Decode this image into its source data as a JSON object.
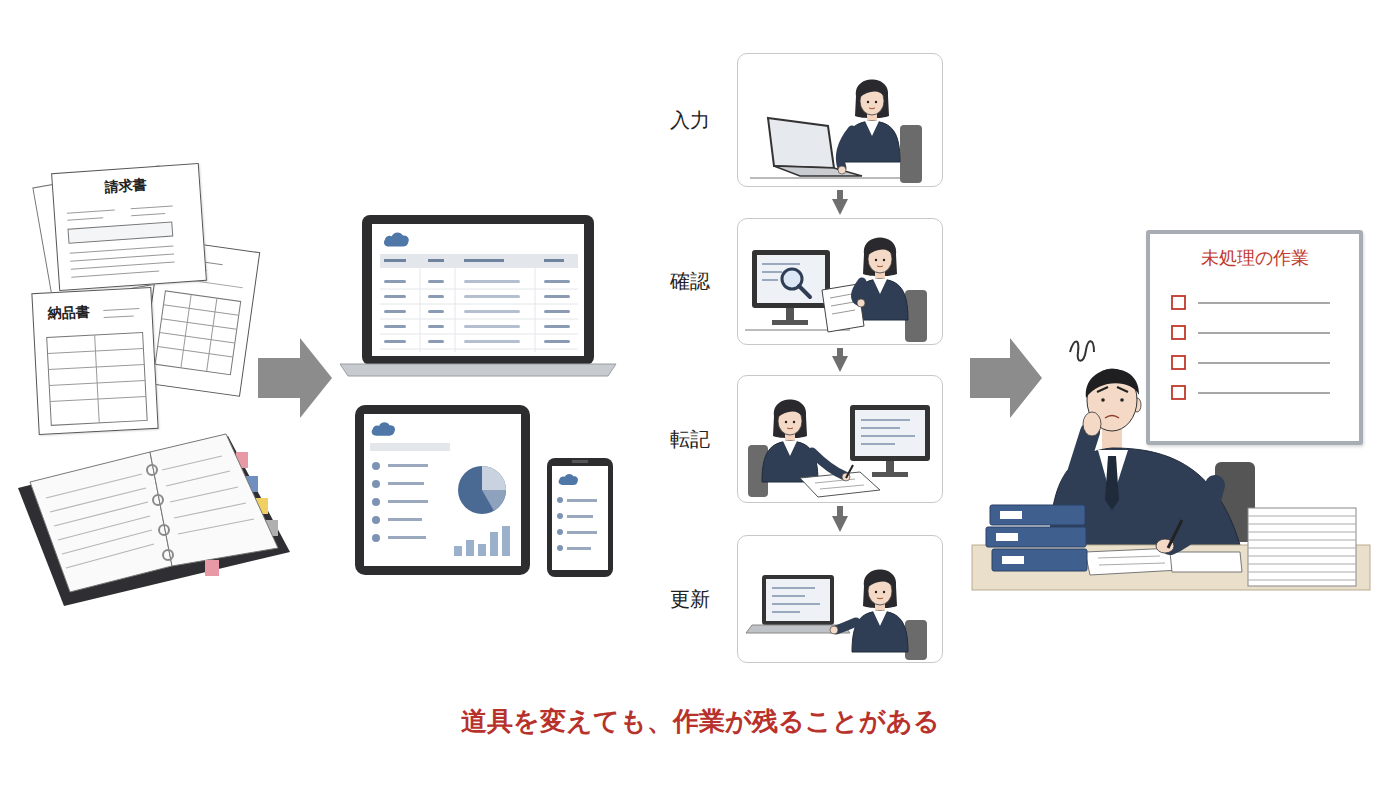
{
  "diagram": {
    "caption": "道具を変えても、作業が残ることがある",
    "nodes": [
      {
        "text": [
          "請求書"
        ]
      },
      {
        "text": [
          "納品書"
        ]
      },
      {
        "text": [
          "入力"
        ]
      },
      {
        "text": [
          "確認"
        ]
      },
      {
        "text": [
          "転記"
        ]
      },
      {
        "text": [
          "更新"
        ]
      },
      {
        "text": [
          "未処理の作業"
        ]
      }
    ],
    "edges": [
      {
        "from": 2,
        "to": 3,
        "arrow": "to"
      },
      {
        "from": 3,
        "to": 4,
        "arrow": "to"
      },
      {
        "from": 4,
        "to": 5,
        "arrow": "to"
      }
    ]
  }
}
